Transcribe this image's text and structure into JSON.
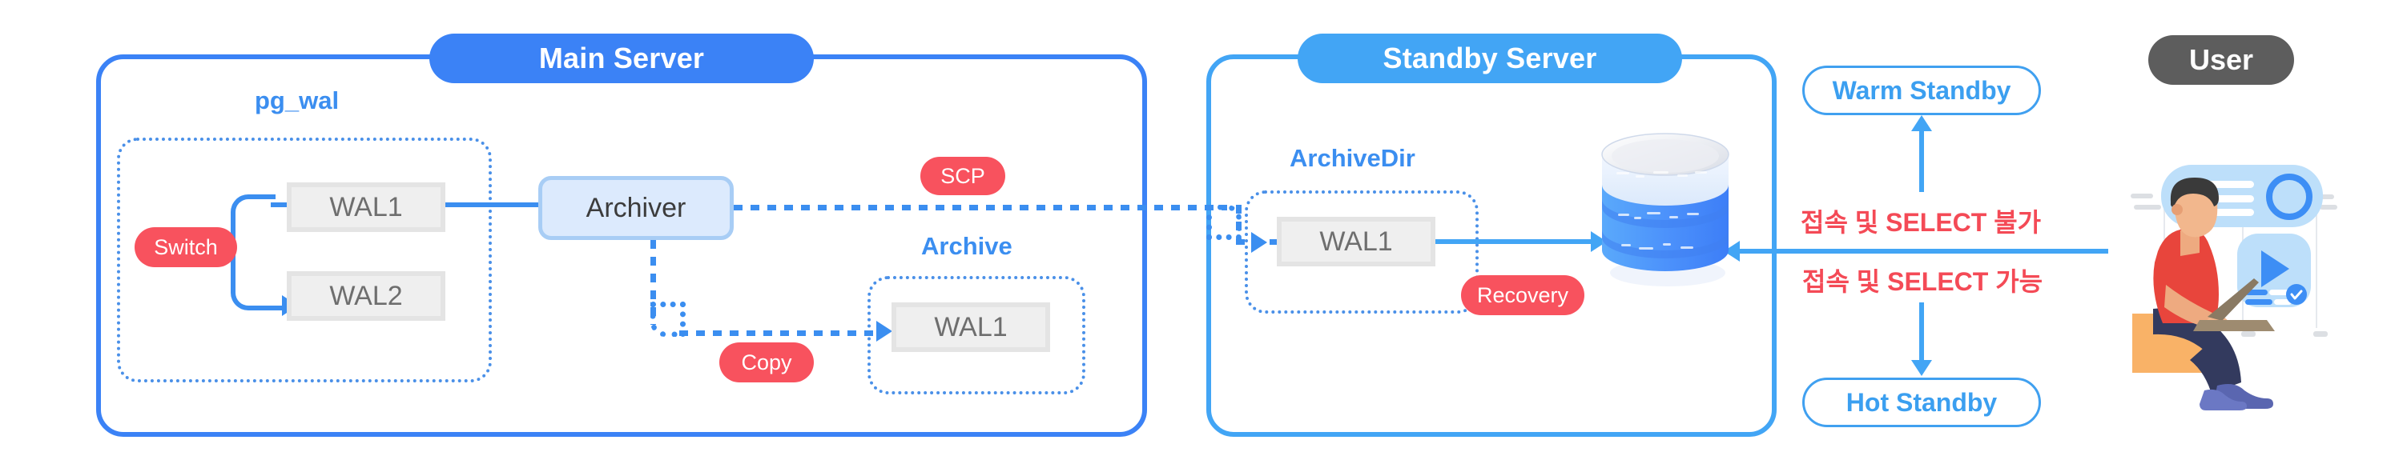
{
  "diagram": {
    "title": "PostgreSQL WAL Archiving / Standby Replication Diagram",
    "colors": {
      "main_blue": "#3b82f6",
      "standby_blue": "#42a5f5",
      "red_pill": "#f8525e",
      "user_pill": "#5d5d5d",
      "wal_box_fill": "#efefef",
      "archiver_fill": "#dceafd",
      "korean_text_red": "#f44a56"
    }
  },
  "main_server": {
    "title": "Main Server",
    "pg_wal": {
      "label": "pg_wal",
      "files": [
        {
          "name": "WAL1"
        },
        {
          "name": "WAL2"
        }
      ],
      "switch_label": "Switch"
    },
    "archiver": {
      "label": "Archiver"
    },
    "archive": {
      "label": "Archive",
      "files": [
        {
          "name": "WAL1"
        }
      ],
      "copy_label": "Copy"
    },
    "scp_label": "SCP"
  },
  "standby_server": {
    "title": "Standby Server",
    "archive_dir": {
      "label": "ArchiveDir",
      "files": [
        {
          "name": "WAL1"
        }
      ]
    },
    "recovery_label": "Recovery",
    "database_icon": "database-cylinder-icon"
  },
  "standby_modes": {
    "warm": {
      "pill_label": "Warm Standby",
      "note": "접속 및 SELECT 불가"
    },
    "hot": {
      "pill_label": "Hot Standby",
      "note": "접속 및 SELECT 가능"
    }
  },
  "user": {
    "pill_label": "User",
    "illustration": "person-with-laptop-illustration"
  }
}
